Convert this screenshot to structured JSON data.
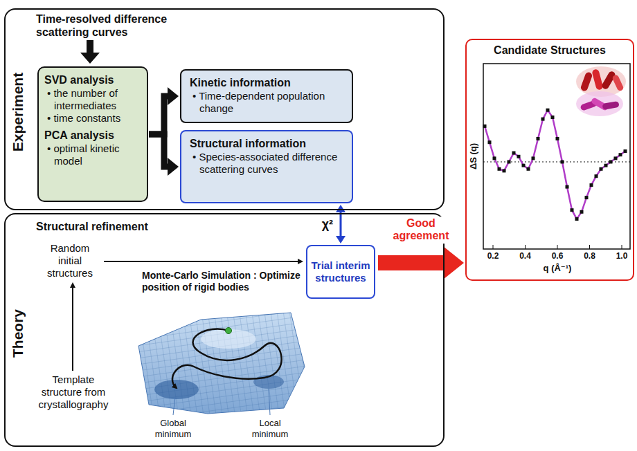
{
  "diagram": {
    "nodes": [
      {
        "text": [
          "Experiment",
          "Time-resolved difference scattering curves"
        ]
      },
      {
        "text": [
          "SVD analysis",
          "• the number of intermediates",
          "• time constants",
          "PCA analysis",
          "• optimal kinetic model"
        ],
        "in": 0
      },
      {
        "text": [
          "Kinetic information",
          "• Time-dependent population change"
        ],
        "in": 0
      },
      {
        "text": [
          "Structural information",
          "• Species-associated difference scattering curves"
        ],
        "in": 0
      },
      {
        "text": [
          "Theory",
          "Structural refinement"
        ]
      },
      {
        "text": [
          "Trial interim structures"
        ],
        "in": 4
      },
      {
        "text": [
          "Candidate Structures"
        ]
      }
    ],
    "edges": [
      {
        "from": 1,
        "to": 2,
        "arrow": "to"
      },
      {
        "from": 1,
        "to": 3,
        "arrow": "to"
      },
      {
        "from": 3,
        "to": 5,
        "label": "χ²",
        "arrow": "both"
      },
      {
        "from": 5,
        "to": 6,
        "label": "Good agreement",
        "arrow": "to"
      }
    ],
    "labels": [
      "Random initial structures",
      "Monte-Carlo Simulation : Optimize position of rigid bodies",
      "Template structure from crystallography",
      "Global minimum",
      "Local minimum",
      "ΔS (q)",
      "q (Å⁻¹)",
      "0.2",
      "0.4",
      "0.6",
      "0.8",
      "1.0"
    ]
  }
}
